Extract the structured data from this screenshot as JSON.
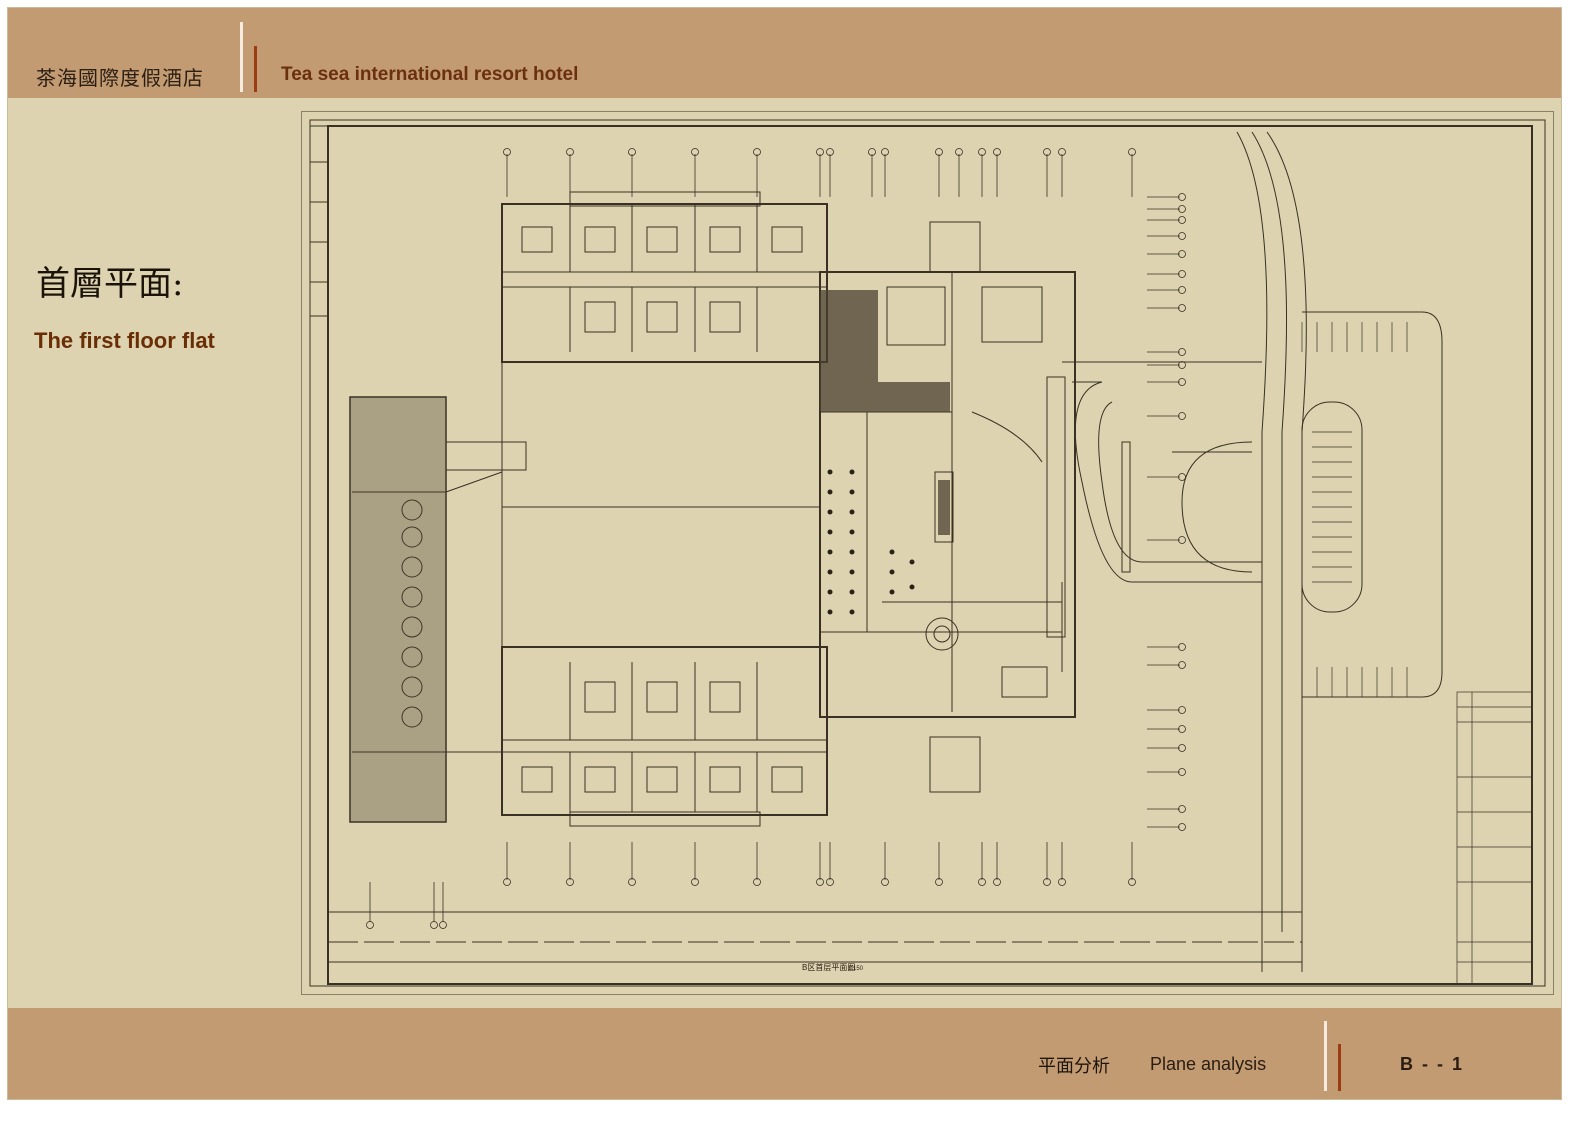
{
  "header": {
    "cn_title": "茶海國際度假酒店",
    "en_title": "Tea sea international resort hotel"
  },
  "section": {
    "cn_title": "首層平面:",
    "en_title": "The first floor flat"
  },
  "footer": {
    "cn_label": "平面分析",
    "en_label": "Plane analysis",
    "page": "B - - 1"
  },
  "drawing": {
    "caption": "B区首层平面图",
    "scale": "1:150"
  },
  "colors": {
    "band": "#c39b72",
    "paper": "#ddd3b1",
    "accent": "#9b3c12",
    "title_brown": "#6a3010",
    "line": "#3a3024"
  }
}
